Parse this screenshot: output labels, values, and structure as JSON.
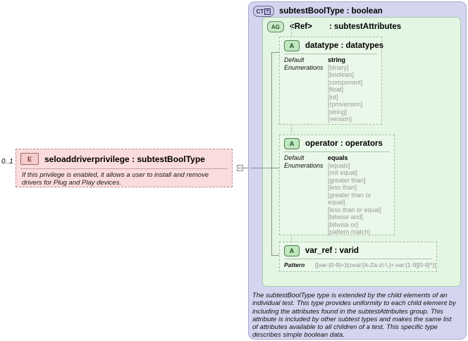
{
  "element": {
    "icon": "element-icon",
    "icon_label": "E",
    "cardinality": "0..1",
    "name": "seloaddriverprivilege",
    "separator": ":",
    "type": "subtestBoolType",
    "title": "seloaddriverprivilege : subtestBoolType",
    "documentation": "If this privilege is enabled, it allows a user to install and remove drivers for Plug and Play devices."
  },
  "complex_type": {
    "icon": "complextype-icon",
    "icon_label": "CT",
    "icon_expand": "+",
    "title": "subtestBoolType : boolean",
    "documentation": "The subtestBoolType type is extended by the child elements of an individual test.  This type provides uniformity to each child element by including the attributes found in the subtestAttributes group.  This attribute is included by other subtest types and makes the same list of attributes available to all children of a test.  This specific type describes simple boolean data."
  },
  "attribute_group": {
    "icon": "attributegroup-icon",
    "icon_label": "AG",
    "name": "<Ref>",
    "type": ": subtestAttributes"
  },
  "attributes": [
    {
      "icon": "attribute-icon",
      "icon_label": "A",
      "title": "datatype : datatypes",
      "label_default": "Default",
      "label_enumerations": "Enumerations",
      "default": "string",
      "enumerations": [
        "[binary]",
        "[boolean]",
        "[component]",
        "[float]",
        "[int]",
        "[rpmversion]",
        "[string]",
        "[version]"
      ]
    },
    {
      "icon": "attribute-icon",
      "icon_label": "A",
      "title": "operator : operators",
      "label_default": "Default",
      "label_enumerations": "Enumerations",
      "default": "equals",
      "enumerations": [
        "[equals]",
        "[not equal]",
        "[greater than]",
        "[less than]",
        "[greater than or equal]",
        "[less than or equal]",
        "[bitwise and]",
        "[bitwise or]",
        "[pattern match]"
      ]
    },
    {
      "icon": "attribute-icon",
      "icon_label": "A",
      "title": "var_ref   : varid",
      "label_pattern": "Pattern",
      "pattern": "[[var-[0-9]+)|(oval:[A-Za-z\\-\\.]+:var:[1-9][0-9]*)]"
    }
  ],
  "colors": {
    "element_fill": "#fbdcdc",
    "complextype_fill": "#d5d5f0",
    "attributegroup_fill": "#e3f5e3",
    "attribute_fill": "#eaf8ea"
  }
}
